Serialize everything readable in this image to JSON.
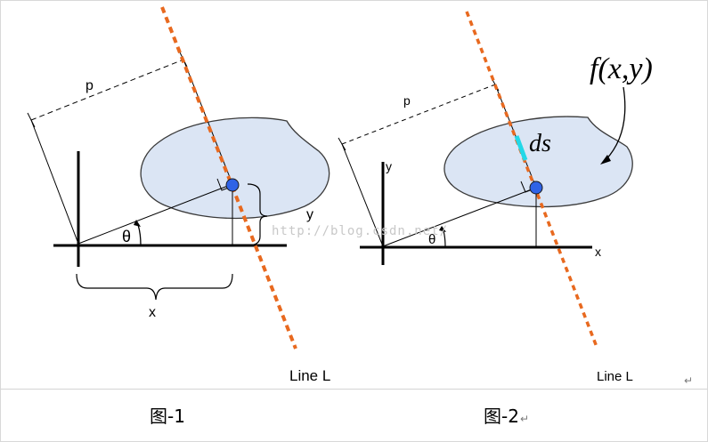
{
  "figure1": {
    "caption": "图-1",
    "label_p": "p",
    "label_theta": "θ",
    "label_x": "x",
    "label_y": "y",
    "label_line": "Line L"
  },
  "figure2": {
    "caption": "图-2",
    "label_p": "p",
    "label_theta": "θ",
    "label_x": "x",
    "label_y": "y",
    "label_line": "Line L",
    "label_ds": "ds",
    "label_f": "f(x,y)"
  },
  "watermark": "http://blog.csdn.net/",
  "paragraph_mark": "↵",
  "colors": {
    "region_fill": "#dbe5f4",
    "region_stroke": "#3a3a3a",
    "line_l": "#e8691f",
    "point": "#2f63e6",
    "ds_segment": "#22d8e8"
  }
}
